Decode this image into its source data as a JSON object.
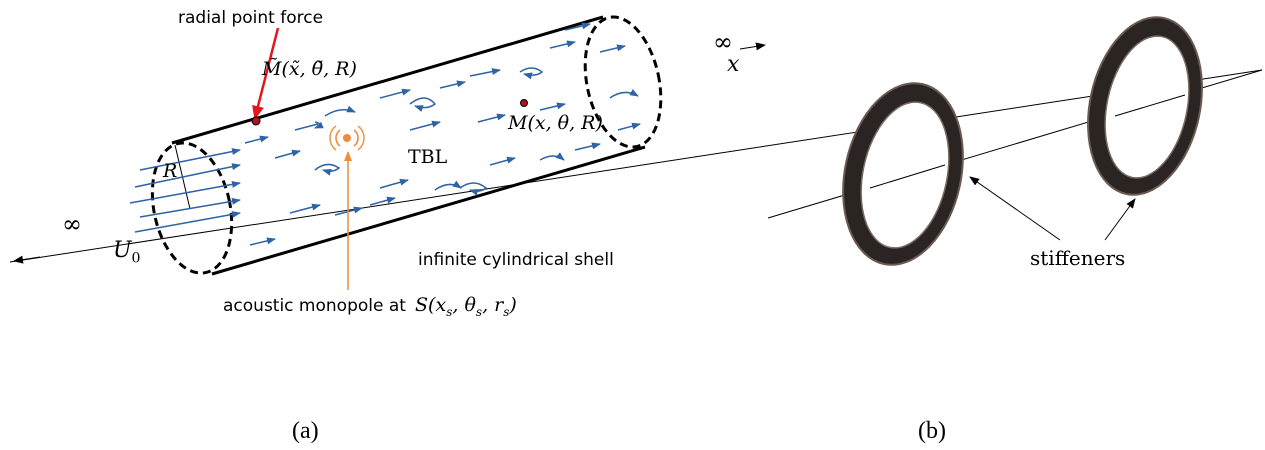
{
  "panel_a": {
    "caption": "(a)",
    "radial_point_force_label": "radial point force",
    "m_tilde_label": "M̃(x̃, θ̃, R)",
    "m_label": "M(x, θ, R)",
    "tbl_label": "TBL",
    "r_label": "R",
    "infinity_left": "∞",
    "infinity_right": "∞",
    "x_axis_label": "x",
    "u0_label": "U",
    "u0_sub": "0",
    "shell_label": "infinite cylindrical shell",
    "monopole_label_text": "acoustic monopole at",
    "monopole_expr": "S(x",
    "monopole_sub_s1": "s",
    "monopole_mid1": ", θ",
    "monopole_sub_s2": "s",
    "monopole_mid2": ", r",
    "monopole_sub_s3": "s",
    "monopole_end": ")"
  },
  "panel_b": {
    "caption": "(b)",
    "stiffeners_label": "stiffeners"
  },
  "colors": {
    "force_arrow": "#e8141c",
    "monopole": "#f08a3c",
    "flow_arrows": "#2e63a6",
    "stiffener_dark": "#2a2523",
    "stiffener_edge": "#6b5a52"
  }
}
